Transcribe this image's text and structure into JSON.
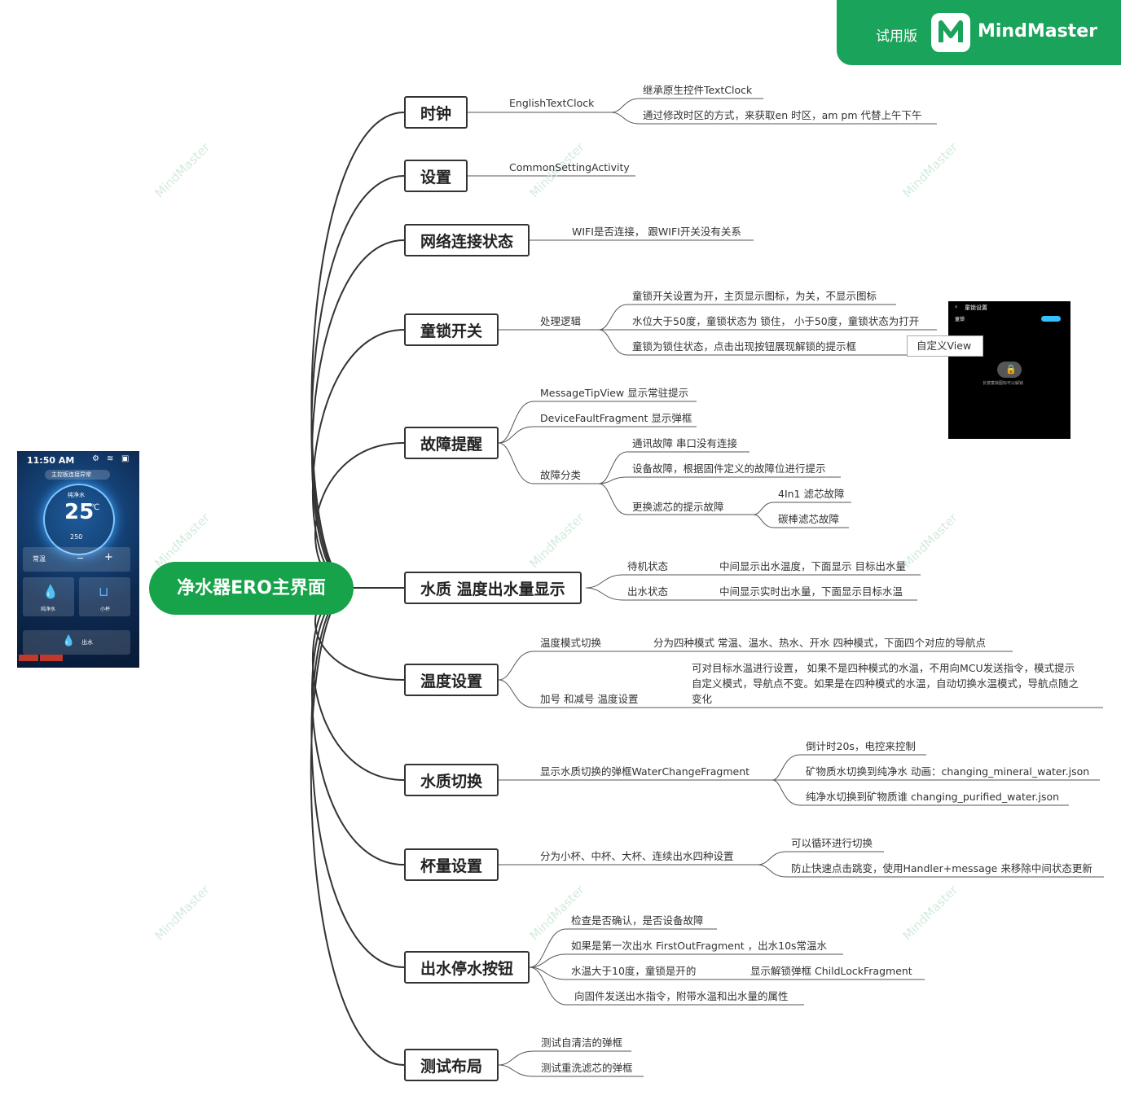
{
  "badge": {
    "trial": "试用版",
    "brand": "MindMaster"
  },
  "watermark": "MindMaster",
  "root": "净水器ERO主界面",
  "branches": {
    "clock": {
      "title": "时钟",
      "child": "EnglishTextClock",
      "leaves": [
        "继承原生控件TextClock",
        "通过修改时区的方式，来获取en 时区，am pm 代替上午下午"
      ]
    },
    "settings": {
      "title": "设置",
      "child": "CommonSettingActivity"
    },
    "network": {
      "title": "网络连接状态",
      "child": "WIFI是否连接，  跟WIFI开关没有关系"
    },
    "childlock": {
      "title": "童锁开关",
      "child": "处理逻辑",
      "leaves": [
        "童锁开关设置为开，主页显示图标，为关，不显示图标",
        "水位大于50度，童锁状态为 锁住，  小于50度，童锁状态为打开",
        "童锁为锁住状态，点击出现按钮展现解锁的提示框"
      ],
      "extra": "自定义View"
    },
    "fault": {
      "title": "故障提醒",
      "c1": "MessageTipView 显示常驻提示",
      "c2": "DeviceFaultFragment 显示弹框",
      "c3": "故障分类",
      "l1": "通讯故障 串口没有连接",
      "l2": "设备故障，根据固件定义的故障位进行提示",
      "l3": "更换滤芯的提示故障",
      "g1": "4In1 滤芯故障",
      "g2": "碳棒滤芯故障"
    },
    "quality": {
      "title": "水质  温度出水量显示",
      "s1": "待机状态",
      "d1": "中间显示出水温度，下面显示 目标出水量",
      "s2": "出水状态",
      "d2": "中间显示实时出水量，下面显示目标水温"
    },
    "temp": {
      "title": "温度设置",
      "c1": "温度模式切换",
      "d1": "分为四种模式  常温、温水、热水、开水  四种模式，下面四个对应的导航点",
      "c2": "加号 和减号 温度设置",
      "d2a": "可对目标水温进行设置，  如果不是四种模式的水温，不用向MCU发送指令，模式提示",
      "d2b": "自定义模式，导航点不变。如果是在四种模式的水温，自动切换水温模式，导航点随之",
      "d2c": "变化"
    },
    "switch": {
      "title": "水质切换",
      "child": "显示水质切换的弹框WaterChangeFragment",
      "leaves": [
        "倒计时20s，电控来控制",
        "矿物质水切换到纯净水 动画：changing_mineral_water.json",
        "纯净水切换到矿物质谁  changing_purified_water.json"
      ]
    },
    "cup": {
      "title": "杯量设置",
      "child": "分为小杯、中杯、大杯、连续出水四种设置",
      "leaves": [
        "可以循环进行切换",
        "防止快速点击跳变，使用Handler+message 来移除中间状态更新"
      ]
    },
    "button": {
      "title": "出水停水按钮",
      "leaves": [
        "检查是否确认，是否设备故障",
        "如果是第一次出水  FirstOutFragment ，出水10s常温水",
        "水温大于10度，童锁是开的",
        "向固件发送出水指令，附带水温和出水量的属性"
      ],
      "extra": "显示解锁弹框  ChildLockFragment"
    },
    "test": {
      "title": "测试布局",
      "leaves": [
        "测试自清洁的弹框",
        "测试重洗滤芯的弹框"
      ]
    }
  },
  "phone": {
    "time": "11:50 AM",
    "tip": "主控板连接异常",
    "water": "纯净水",
    "temp": "25",
    "unit": "℃",
    "volume": "250",
    "mode": "常温",
    "btn1": "纯净水",
    "btn2": "小杯",
    "outflow": "出水"
  },
  "lock_screen": {
    "title": "童锁设置",
    "row": "童锁",
    "tip": "长按童锁图标可以解锁"
  }
}
